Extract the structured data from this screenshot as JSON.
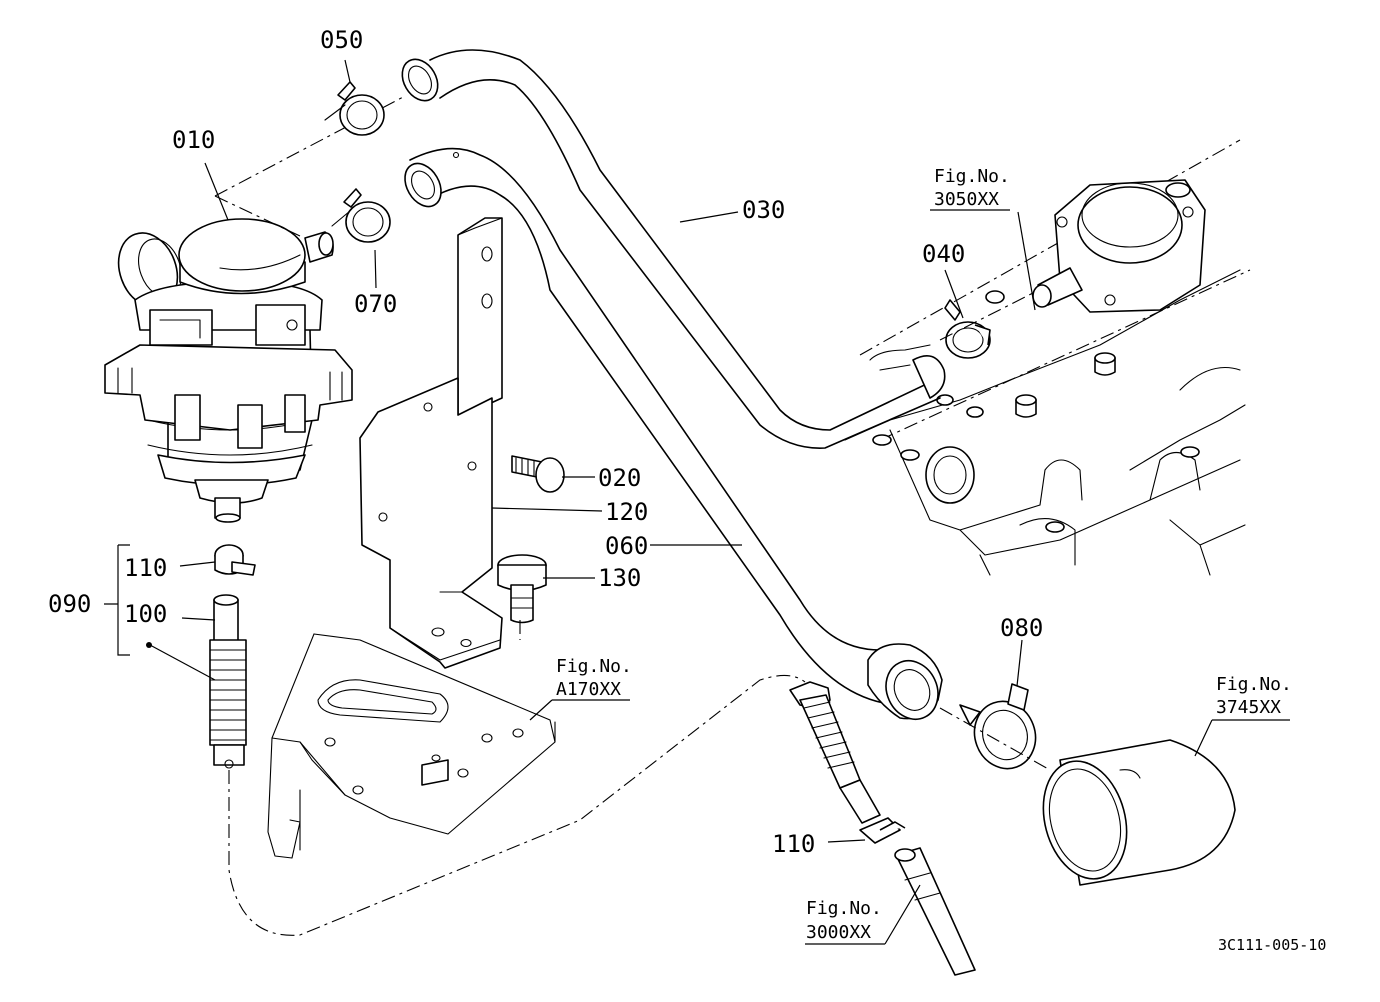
{
  "parts": {
    "p010": "010",
    "p020": "020",
    "p030": "030",
    "p040": "040",
    "p050": "050",
    "p060": "060",
    "p070": "070",
    "p080": "080",
    "p090": "090",
    "p100": "100",
    "p110a": "110",
    "p110b": "110",
    "p120": "120",
    "p130": "130"
  },
  "fig_refs": {
    "f3050": {
      "label": "Fig.No.",
      "number": "3050XX"
    },
    "fA170": {
      "label": "Fig.No.",
      "number": "A170XX"
    },
    "f3745": {
      "label": "Fig.No.",
      "number": "3745XX"
    },
    "f3000": {
      "label": "Fig.No.",
      "number": "3000XX"
    }
  },
  "drawing_code": "3C111-005-10"
}
